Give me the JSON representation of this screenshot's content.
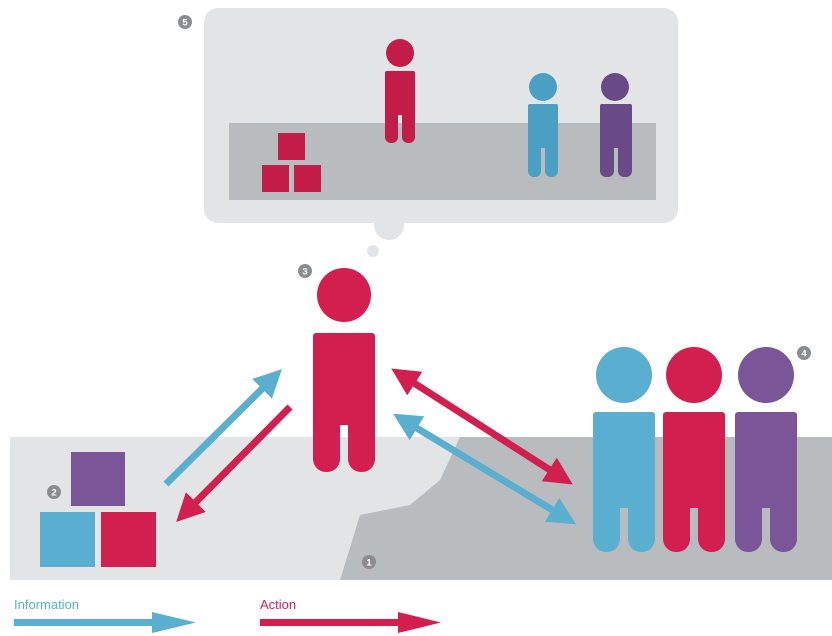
{
  "markers": {
    "m1": "1",
    "m2": "2",
    "m3": "3",
    "m4": "4",
    "m5": "5"
  },
  "legend": {
    "information": "Information",
    "action": "Action"
  },
  "colors": {
    "information": "#5aafd0",
    "action": "#d31f4f",
    "group_purple": "#7a5597",
    "ground_light": "#e3e4e5",
    "ground_dark": "#b9bcbe",
    "marker": "#8a8c8e",
    "thought_bubble": "#e3e4e5"
  }
}
